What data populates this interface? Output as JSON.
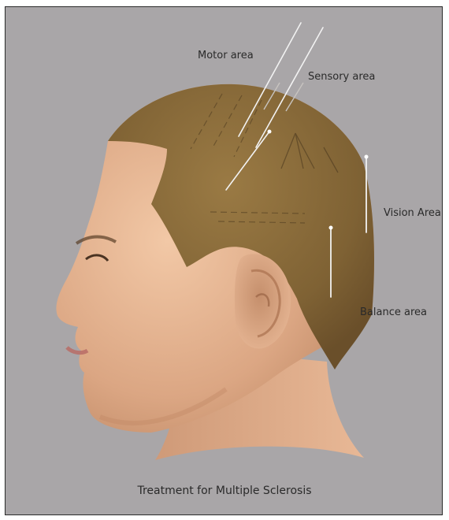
{
  "labels": {
    "motor": "Motor area",
    "sensory": "Sensory area",
    "vision": "Vision Area",
    "balance": "Balance area"
  },
  "caption": "Treatment for Multiple Sclerosis",
  "colors": {
    "background": "#a9a6a8",
    "skin": "#e2b18e",
    "hair": "#8a6a3a",
    "needle": "#f2f2f2"
  },
  "icons": [
    "head-illustration",
    "acupuncture-needle"
  ]
}
